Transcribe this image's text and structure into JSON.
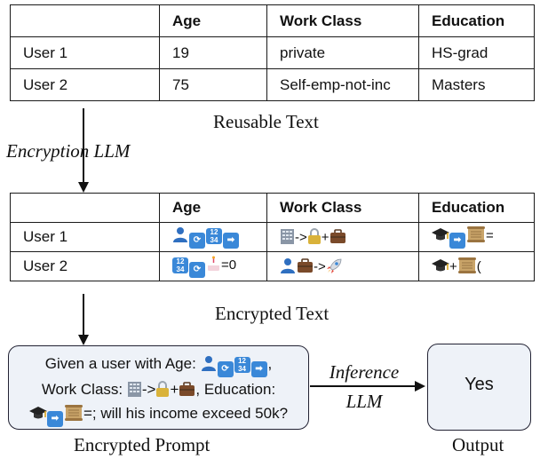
{
  "table1": {
    "headers": [
      "",
      "Age",
      "Work Class",
      "Education"
    ],
    "rows": [
      {
        "user": "User 1",
        "age": "19",
        "work_class": "private",
        "education": "HS-grad"
      },
      {
        "user": "User 2",
        "age": "75",
        "work_class": "Self-emp-not-inc",
        "education": "Masters"
      }
    ]
  },
  "caption_reusable": "Reusable Text",
  "label_encryption_llm": "Encryption LLM",
  "table2": {
    "headers": [
      "",
      "Age",
      "Work Class",
      "Education"
    ],
    "rows": [
      {
        "user": "User 1",
        "age_tail": "",
        "work_arrow": "->",
        "work_plus": "+",
        "edu_tail": "="
      },
      {
        "user": "User 2",
        "age_tail": "=0",
        "work_arrow": "->",
        "edu_plus": "+",
        "edu_tail": "("
      }
    ]
  },
  "caption_encrypted_text": "Encrypted Text",
  "prompt": {
    "part1": "Given a user with Age: ",
    "part1_end": ",",
    "part2": "Work Class: ",
    "arrow": "->",
    "plus": "+",
    "part2_end": ", Education:",
    "part3_end": "=; will his income exceed 50k?"
  },
  "label_inference_line1": "Inference",
  "label_inference_line2": "LLM",
  "output_value": "Yes",
  "caption_encrypted_prompt": "Encrypted Prompt",
  "caption_output": "Output",
  "icons": {
    "age_user1": [
      "person-icon",
      "repeat-icon",
      "numbers-1234-icon",
      "right-arrow-icon"
    ],
    "age_user2": [
      "numbers-1234-icon",
      "repeat-icon",
      "birthday-cake-icon"
    ],
    "work_user1": [
      "office-building-icon",
      "lock-icon",
      "briefcase-icon"
    ],
    "work_user2": [
      "person-icon",
      "briefcase-icon",
      "rocket-icon"
    ],
    "edu_user1": [
      "graduation-cap-icon",
      "right-arrow-icon",
      "scroll-icon"
    ],
    "edu_user2": [
      "graduation-cap-icon",
      "scroll-icon"
    ],
    "tile_color": "#3a88d8",
    "box_fill": "#eef2f8"
  }
}
